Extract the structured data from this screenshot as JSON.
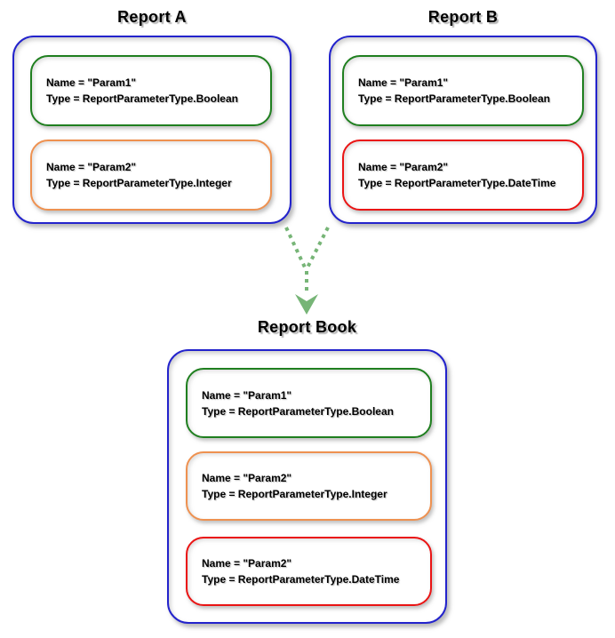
{
  "diagram": {
    "nodes": [
      {
        "id": "report-a",
        "title": "Report A",
        "params": [
          {
            "name_line": "Name = \"Param1\"",
            "type_line": "Type = ReportParameterType.Boolean",
            "color": "green",
            "color_hex": "#1f7f1f"
          },
          {
            "name_line": "Name = \"Param2\"",
            "type_line": "Type = ReportParameterType.Integer",
            "color": "orange",
            "color_hex": "#ee9150"
          }
        ]
      },
      {
        "id": "report-b",
        "title": "Report B",
        "params": [
          {
            "name_line": "Name = \"Param1\"",
            "type_line": "Type = ReportParameterType.Boolean",
            "color": "green",
            "color_hex": "#1f7f1f"
          },
          {
            "name_line": "Name = \"Param2\"",
            "type_line": "Type = ReportParameterType.DateTime",
            "color": "red",
            "color_hex": "#ea1414"
          }
        ]
      },
      {
        "id": "report-book",
        "title": "Report Book",
        "params": [
          {
            "name_line": "Name = \"Param1\"",
            "type_line": "Type = ReportParameterType.Boolean",
            "color": "green",
            "color_hex": "#1f7f1f"
          },
          {
            "name_line": "Name = \"Param2\"",
            "type_line": "Type = ReportParameterType.Integer",
            "color": "orange",
            "color_hex": "#ee9150"
          },
          {
            "name_line": "Name = \"Param2\"",
            "type_line": "Type = ReportParameterType.DateTime",
            "color": "red",
            "color_hex": "#ea1414"
          }
        ]
      }
    ],
    "arrow": {
      "from": [
        "Report A",
        "Report B"
      ],
      "to": "Report Book",
      "style": "dotted"
    },
    "colors": {
      "container_border": "#2323cc",
      "arrow": "#77b577",
      "text": "#000000",
      "background": "#ffffff"
    }
  }
}
